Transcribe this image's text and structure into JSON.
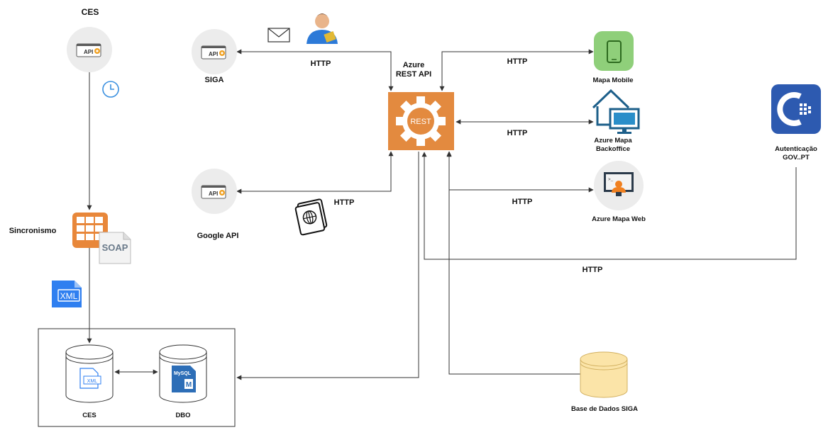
{
  "labels": {
    "ces_top": "CES",
    "siga": "SIGA",
    "google_api": "Google API",
    "sincronismo": "Sincronismo",
    "azure_line1": "Azure",
    "azure_line2": "REST API",
    "rest": "REST",
    "mapa_mobile": "Mapa Mobile",
    "backoffice_line1": "Azure Mapa",
    "backoffice_line2": "Backoffice",
    "mapa_web": "Azure Mapa Web",
    "auth_line1": "Autenticação",
    "auth_line2": "GOV..PT",
    "db_ces": "CES",
    "db_dbo": "DBO",
    "base_siga": "Base de Dados SIGA",
    "api_badge": "API",
    "soap": "SOAP",
    "xml": "XML",
    "mysql": "MySQL",
    "mysql_m": "M",
    "web_prompt": ">_"
  },
  "http": {
    "siga": "HTTP",
    "google": "HTTP",
    "mobile": "HTTP",
    "backoffice": "HTTP",
    "web": "HTTP",
    "gov": "HTTP"
  },
  "colors": {
    "rest_orange": "#e38a3f",
    "sync_orange": "#e8873a",
    "mobile_green": "#8fcf7a",
    "gov_blue": "#2d5ab0",
    "xml_blue": "#2f7ff0",
    "mysql_blue": "#2d6eb7",
    "db_yellow": "#fbe4a8",
    "monitor_blue": "#1d5f8a",
    "clock_blue": "#3a90e0",
    "line": "#333333"
  },
  "icons": [
    "api-icon",
    "clock-icon",
    "mail-icon",
    "user-icon",
    "rest-gear-icon",
    "phone-icon",
    "house-monitor-icon",
    "monitor-user-icon",
    "gov-pt-icon",
    "sincronismo-icon",
    "soap-icon",
    "xml-icon",
    "passport-icon",
    "database-icon",
    "mysql-icon"
  ]
}
